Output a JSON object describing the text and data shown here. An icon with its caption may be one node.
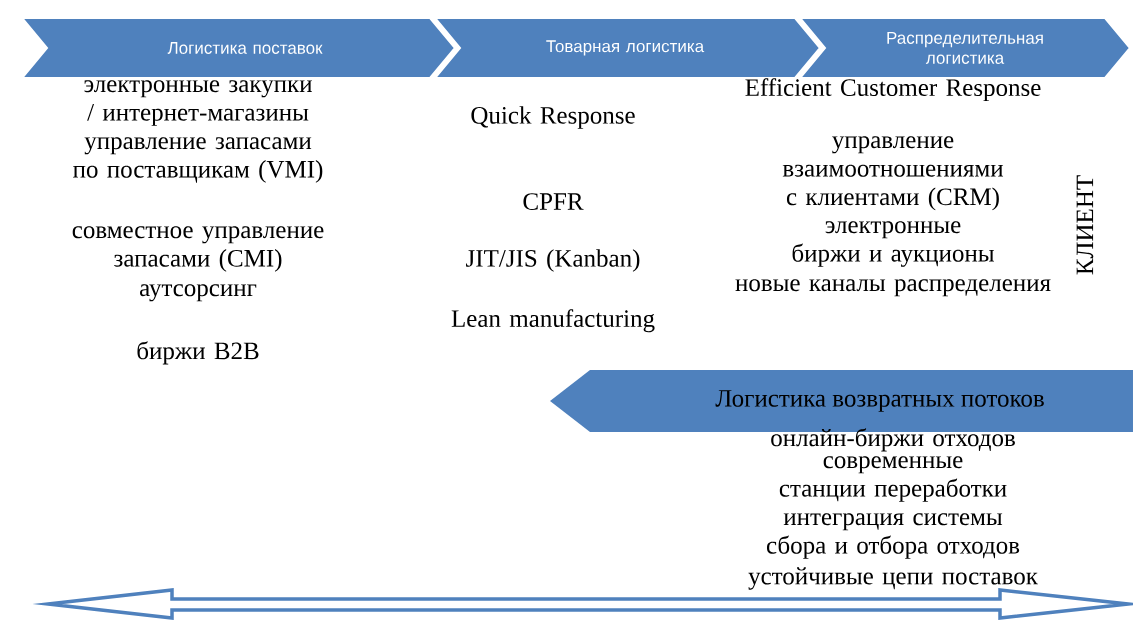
{
  "diagram": {
    "nodes": [
      {
        "text": [
          "Логистика поставок"
        ]
      },
      {
        "text": [
          "Товарная логистика"
        ]
      },
      {
        "text": [
          "Распределительная логистика"
        ]
      },
      {
        "text": [
          "Логистика возвратных потоков"
        ]
      }
    ],
    "labels": [
      "электронные закупки / интернет-магазины",
      "управление запасами по поставщикам (VMI)",
      "совместное управление запасами (CMI)",
      "аутсорсинг",
      "биржи B2B",
      "Quick Response",
      "CPFR",
      "JIT/JIS (Kanban)",
      "Lean manufacturing",
      "Efficient Customer Response",
      "управление взаимоотношениями с клиентами (CRM)",
      "электронные биржи и аукционы",
      "новые каналы распределения",
      "КЛИЕНТ",
      "онлайн-биржи отходов",
      "современные станции переработки",
      "интеграция системы сбора и отбора отходов",
      "устойчивые цепи поставок"
    ]
  }
}
